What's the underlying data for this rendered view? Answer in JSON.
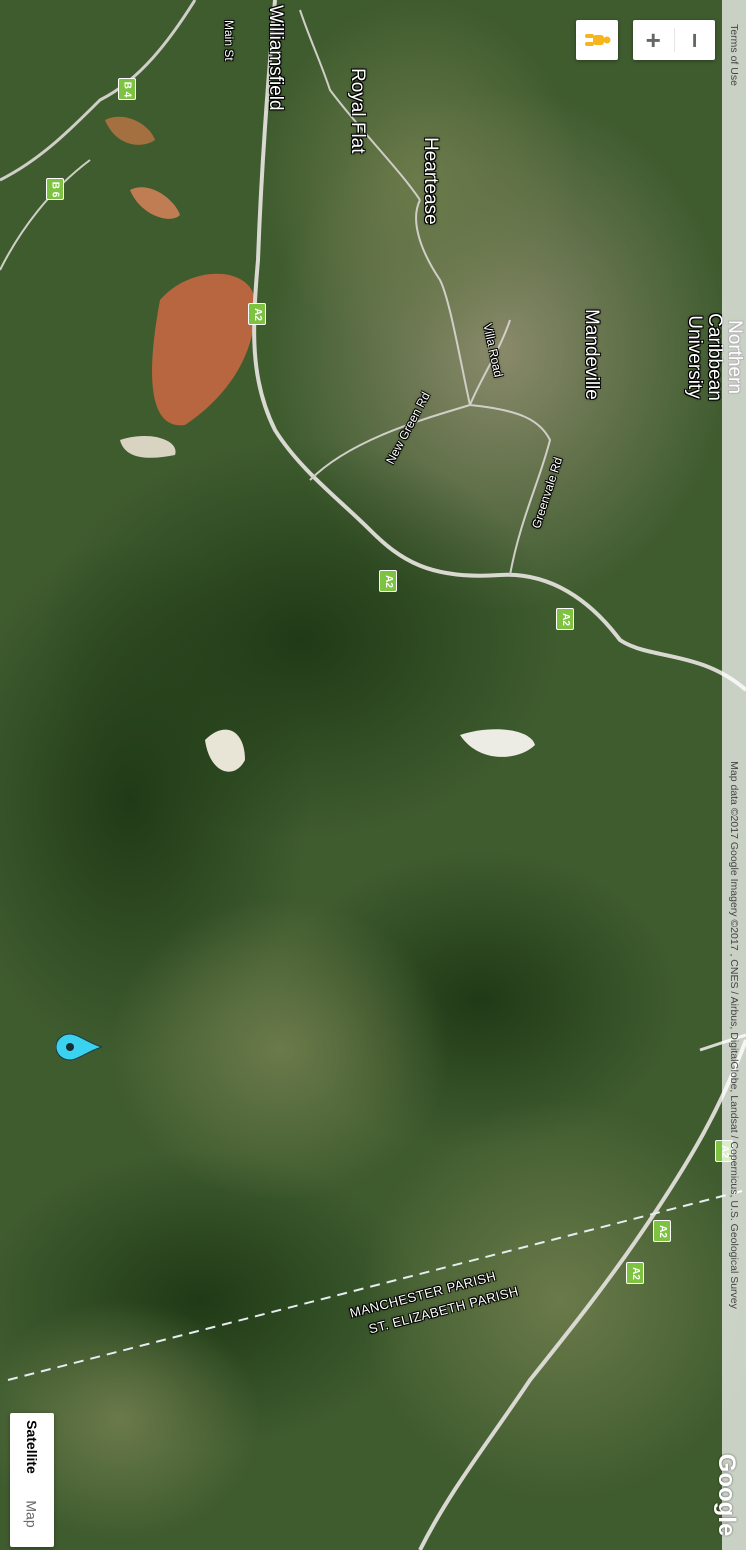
{
  "map": {
    "type_control": {
      "satellite_label": "Satellite",
      "map_label": "Map",
      "selected": "Satellite"
    },
    "zoom": {
      "in_label": "+",
      "out_label": "−"
    },
    "places": [
      "Williamsfield",
      "Royal Flat",
      "Heartease",
      "Mandeville",
      "Northern Caribbean University"
    ],
    "roads": [
      "Main St",
      "New Green Rd",
      "Villa Road",
      "Greenvale Rd"
    ],
    "shields": [
      "B 4",
      "B 6",
      "A2"
    ],
    "parishes": [
      "MANCHESTER PARISH",
      "ST. ELIZABETH PARISH"
    ],
    "attribution": "Map data ©2017 Google Imagery ©2017 , CNES / Airbus, DigitalGlobe, Landsat / Copernicus, U.S. Geological Survey",
    "terms": "Terms of Use",
    "logo": "Google",
    "colors": {
      "marker": "#3ad2ee",
      "shield": "#7ec242",
      "vegetation": "#2f4d22"
    },
    "icons": [
      "pegman-icon",
      "location-marker-icon"
    ]
  }
}
